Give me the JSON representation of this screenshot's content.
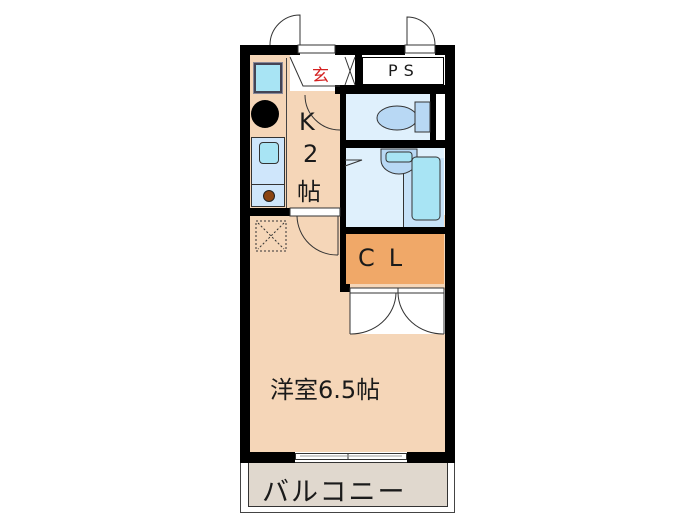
{
  "floorplan": {
    "rooms": {
      "entrance": {
        "label": "玄",
        "color": "#ffffff",
        "label_color": "#d42020"
      },
      "pipe_space": {
        "label": "PS",
        "color": "#ffffff"
      },
      "kitchen": {
        "label_line1": "K",
        "label_line2": "2",
        "label_line3": "帖",
        "color": "#f5d6b8"
      },
      "toilet": {
        "color": "#dff0fc"
      },
      "bathroom": {
        "color": "#dff0fc"
      },
      "closet": {
        "label": "CL",
        "color": "#f0a868"
      },
      "western_room": {
        "label": "洋室6.5帖",
        "color": "#f5d6b8"
      },
      "balcony": {
        "label": "バルコニー",
        "color": "#e0d8ce"
      }
    },
    "fixtures": {
      "sink_color": "#a8e4f4",
      "stove_color": "#000000",
      "stove_burner_color": "#8b4513",
      "toilet_fixture_color": "#b8d8f4",
      "bathtub_color": "#a8e4f4"
    },
    "colors": {
      "wall": "#000000",
      "background": "#ffffff"
    }
  }
}
